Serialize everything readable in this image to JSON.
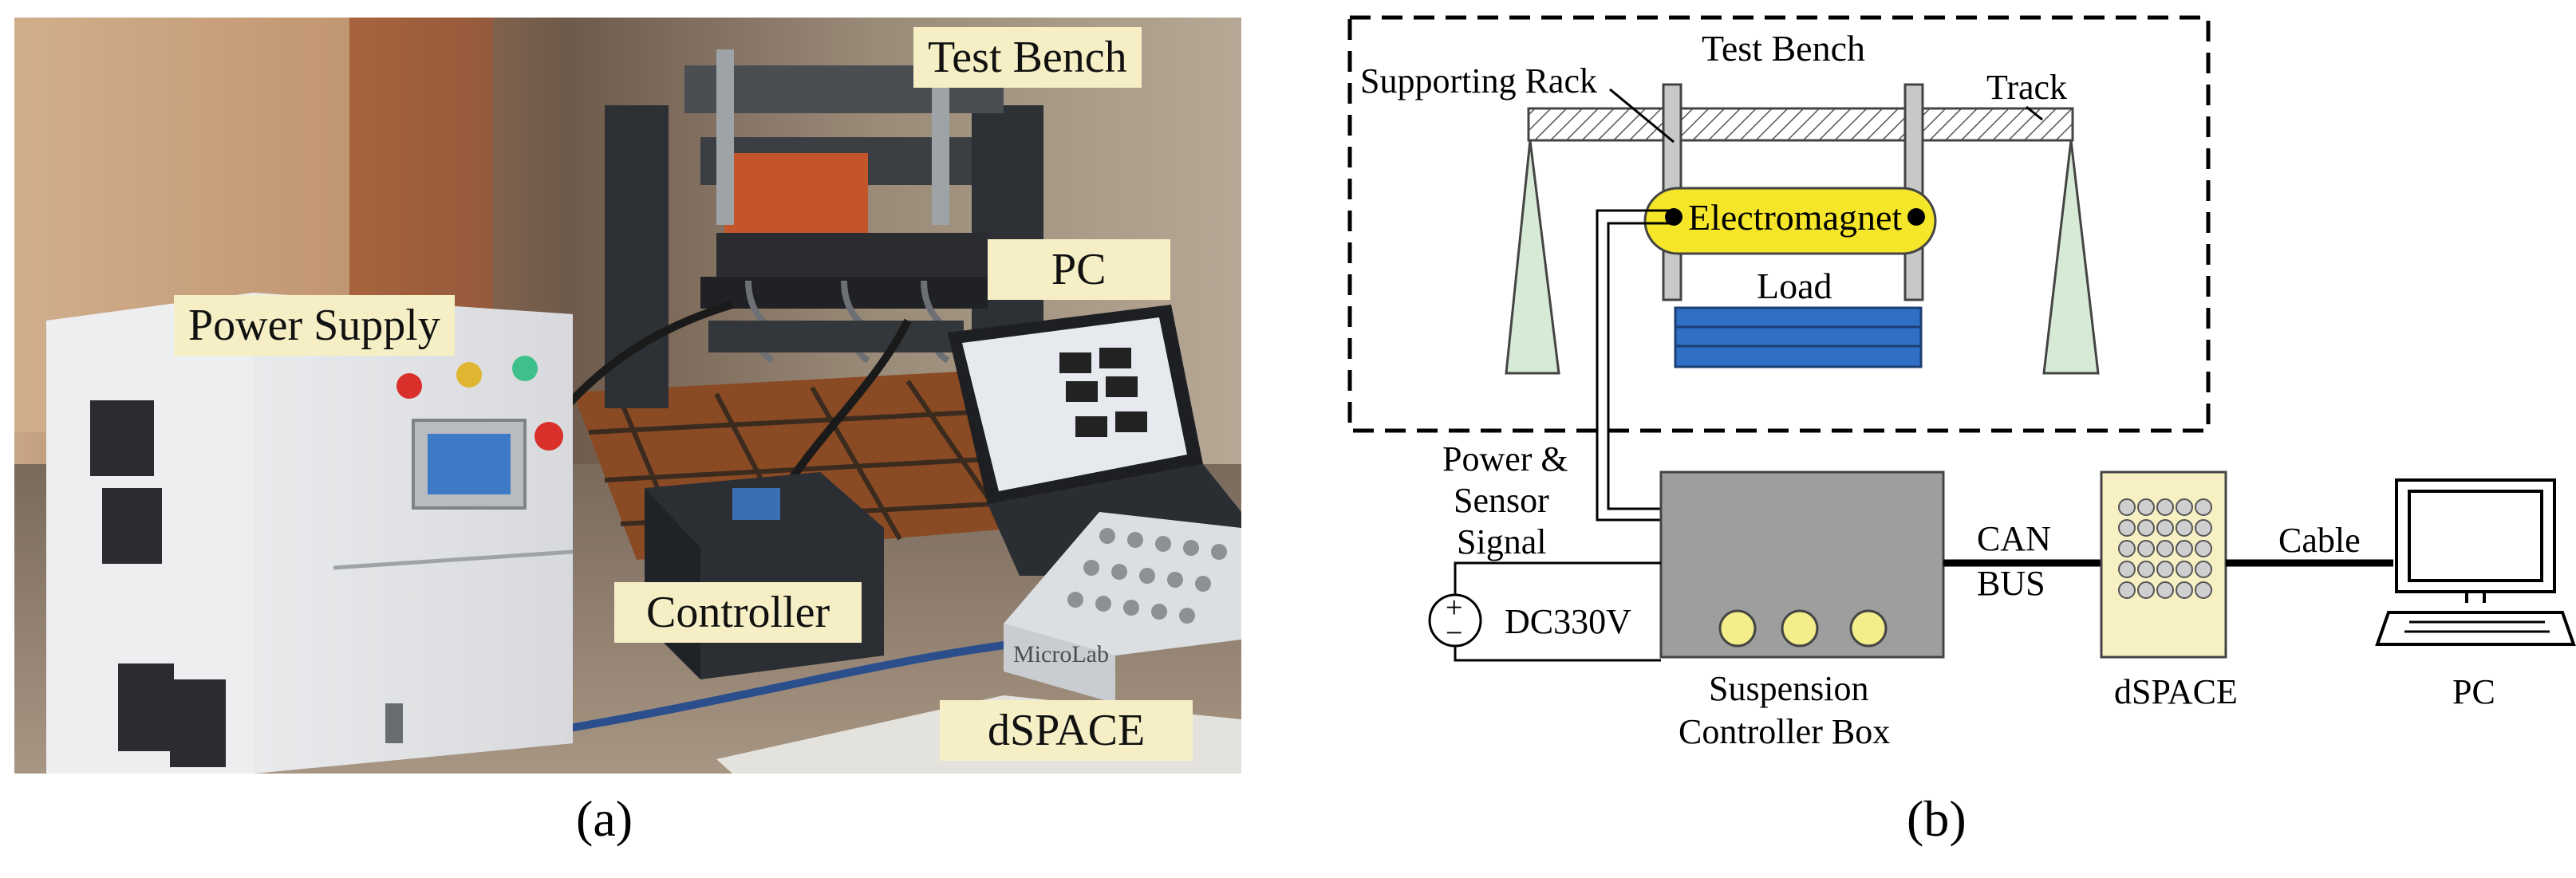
{
  "panel_a": {
    "caption": "(a)",
    "labels": {
      "test_bench": "Test Bench",
      "pc": "PC",
      "power_supply": "Power Supply",
      "controller": "Controller",
      "dspace": "dSPACE"
    },
    "device_text": {
      "dspace_brand": "MicroLab"
    }
  },
  "panel_b": {
    "caption": "(b)",
    "labels": {
      "test_bench": "Test Bench",
      "supporting_rack": "Supporting Rack",
      "track": "Track",
      "electromagnet": "Electromagnet",
      "load": "Load",
      "power_sensor_line1": "Power &",
      "power_sensor_line2": "Sensor",
      "power_sensor_line3": "Signal",
      "dc_source": "DC330V",
      "controller_box_line1": "Suspension",
      "controller_box_line2": "Controller Box",
      "can_line1": "CAN",
      "can_line2": "BUS",
      "dspace": "dSPACE",
      "cable": "Cable",
      "pc": "PC",
      "plus": "+",
      "minus": "−"
    },
    "colors": {
      "electromagnet": "#f5e62a",
      "load": "#2f6fc6",
      "support_pillar": "#d6ead6",
      "controller_box": "#9e9e9e",
      "controller_knob": "#f3ee8a",
      "dspace_panel": "#f6f0c3",
      "rack": "#c8c8c8"
    }
  }
}
